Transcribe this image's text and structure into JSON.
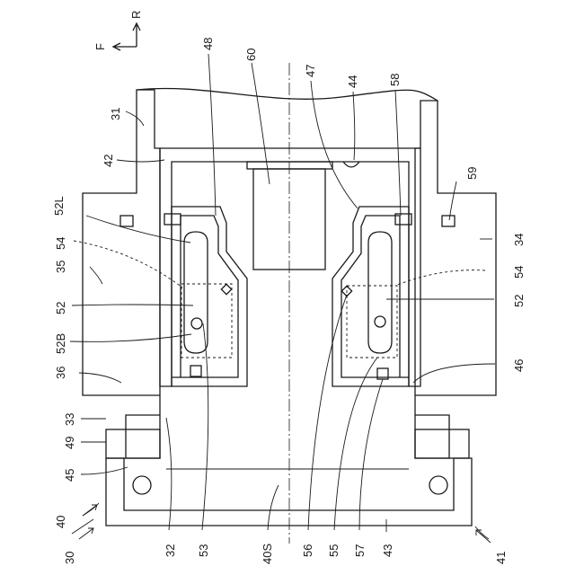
{
  "directions": {
    "forward": "F",
    "rear": "R"
  },
  "labels": {
    "n31": "31",
    "n42": "42",
    "n48": "48",
    "n60": "60",
    "n47": "47",
    "n44": "44",
    "n58": "58",
    "n59": "59",
    "n34": "34",
    "n52L": "52L",
    "n54a": "54",
    "n54b": "54",
    "n35": "35",
    "n52a": "52",
    "n52b": "52",
    "n52B": "52B",
    "n36": "36",
    "n46": "46",
    "n33": "33",
    "n49": "49",
    "n45": "45",
    "n40": "40",
    "n30": "30",
    "n41": "41",
    "n32": "32",
    "n53": "53",
    "n40S": "40S",
    "n56": "56",
    "n55": "55",
    "n57": "57",
    "n43": "43"
  }
}
